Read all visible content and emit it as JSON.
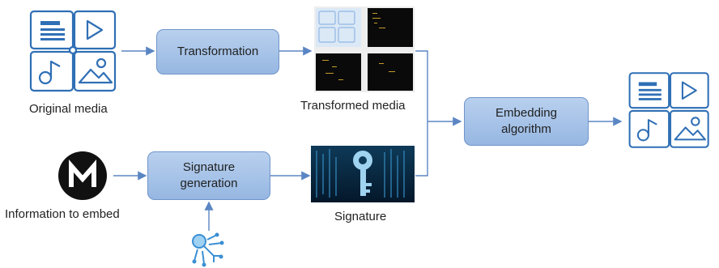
{
  "nodes": {
    "transformation": "Transformation",
    "signature_generation_line1": "Signature",
    "signature_generation_line2": "generation",
    "embedding_line1": "Embedding",
    "embedding_line2": "algorithm"
  },
  "labels": {
    "original_media": "Original media",
    "transformed_media": "Transformed media",
    "information_to_embed": "Information to embed",
    "signature": "Signature"
  },
  "icons": {
    "original_media": "media-collection-icon",
    "output_media": "media-collection-icon",
    "info": "m-logo-icon",
    "key": "circuit-key-icon",
    "transformed": "transformed-media-icon",
    "signature": "digital-key-icon"
  },
  "colors": {
    "box_fill": "#a8c4ea",
    "box_border": "#6f95c9",
    "arrow": "#5b86c4",
    "icon_blue": "#2f6fb5"
  }
}
